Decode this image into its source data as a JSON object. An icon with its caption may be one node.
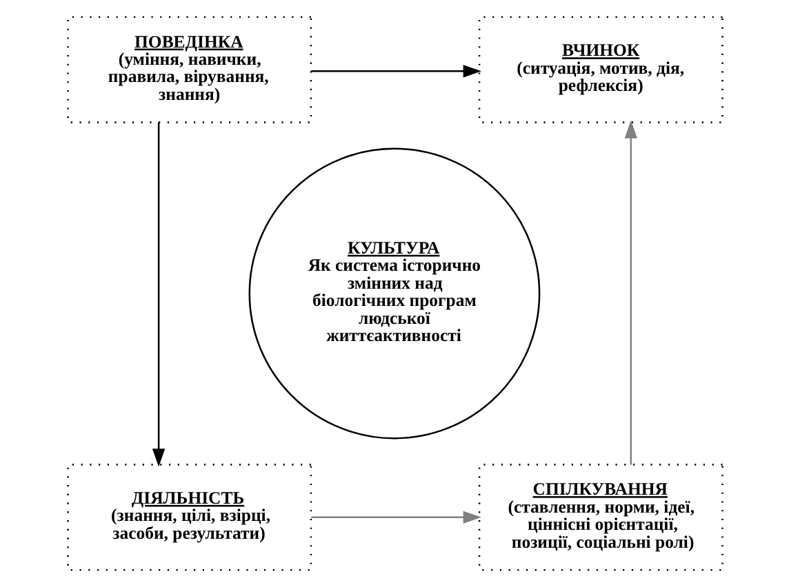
{
  "diagram": {
    "nodes": [
      {
        "text": [
          "ПОВЕДІНКА",
          "(уміння, навички, правила, вірування, знання)"
        ]
      },
      {
        "text": [
          "ВЧИНОК",
          "(ситуація, мотив, дія, рефлексія)"
        ]
      },
      {
        "text": [
          "КУЛЬТУРА",
          "Як система історично змінних над біологічних програм людської життєактивності"
        ]
      },
      {
        "text": [
          "ДІЯЛЬНІСТЬ",
          "(знання, цілі, взірці, засоби, результати)"
        ]
      },
      {
        "text": [
          "СПІЛКУВАННЯ",
          "(ставлення, норми, ідеї, ціннісні орієнтації, позиції, соціальні ролі)"
        ]
      }
    ],
    "edges": [
      {
        "from": 0,
        "to": 1,
        "arrow": "to"
      },
      {
        "from": 0,
        "to": 3,
        "arrow": "to"
      },
      {
        "from": 3,
        "to": 4,
        "arrow": "to",
        "color": "#808080"
      },
      {
        "from": 4,
        "to": 1,
        "arrow": "to",
        "color": "#808080"
      }
    ]
  }
}
